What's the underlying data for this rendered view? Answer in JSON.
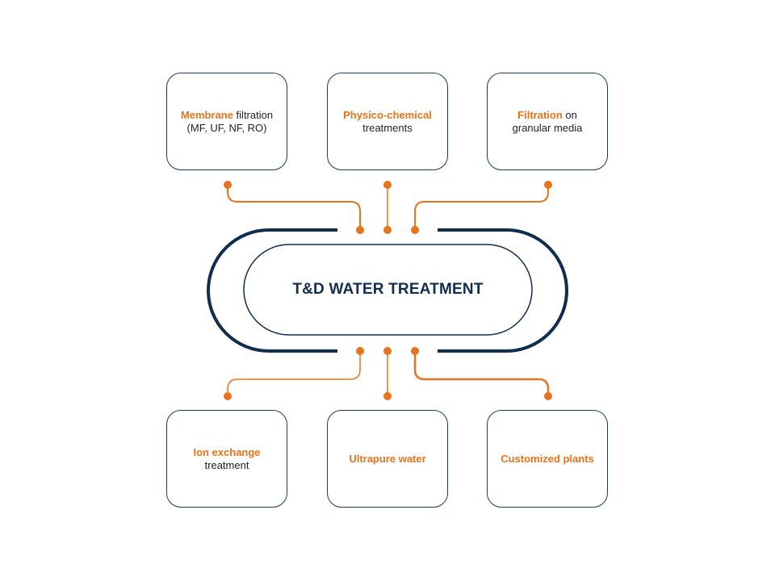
{
  "title": "T&D WATER TREATMENT",
  "colors": {
    "accent": "#e8731c",
    "navy": "#0f2d4f",
    "box_border": "#1b3a5c"
  },
  "boxes": {
    "top": [
      {
        "highlight": "Membrane",
        "line1_rest": " filtration",
        "line2": "(MF, UF, NF, RO)"
      },
      {
        "highlight": "Physico-chemical",
        "line1_rest": "",
        "line2": "treatments"
      },
      {
        "highlight": "Filtration",
        "line1_rest": " on",
        "line2": "granular media"
      }
    ],
    "bottom": [
      {
        "highlight": "Ion exchange",
        "line1_rest": "",
        "line2": "treatment"
      },
      {
        "highlight": "Ultrapure water",
        "line1_rest": "",
        "line2": ""
      },
      {
        "highlight": "Customized plants",
        "line1_rest": "",
        "line2": ""
      }
    ]
  }
}
